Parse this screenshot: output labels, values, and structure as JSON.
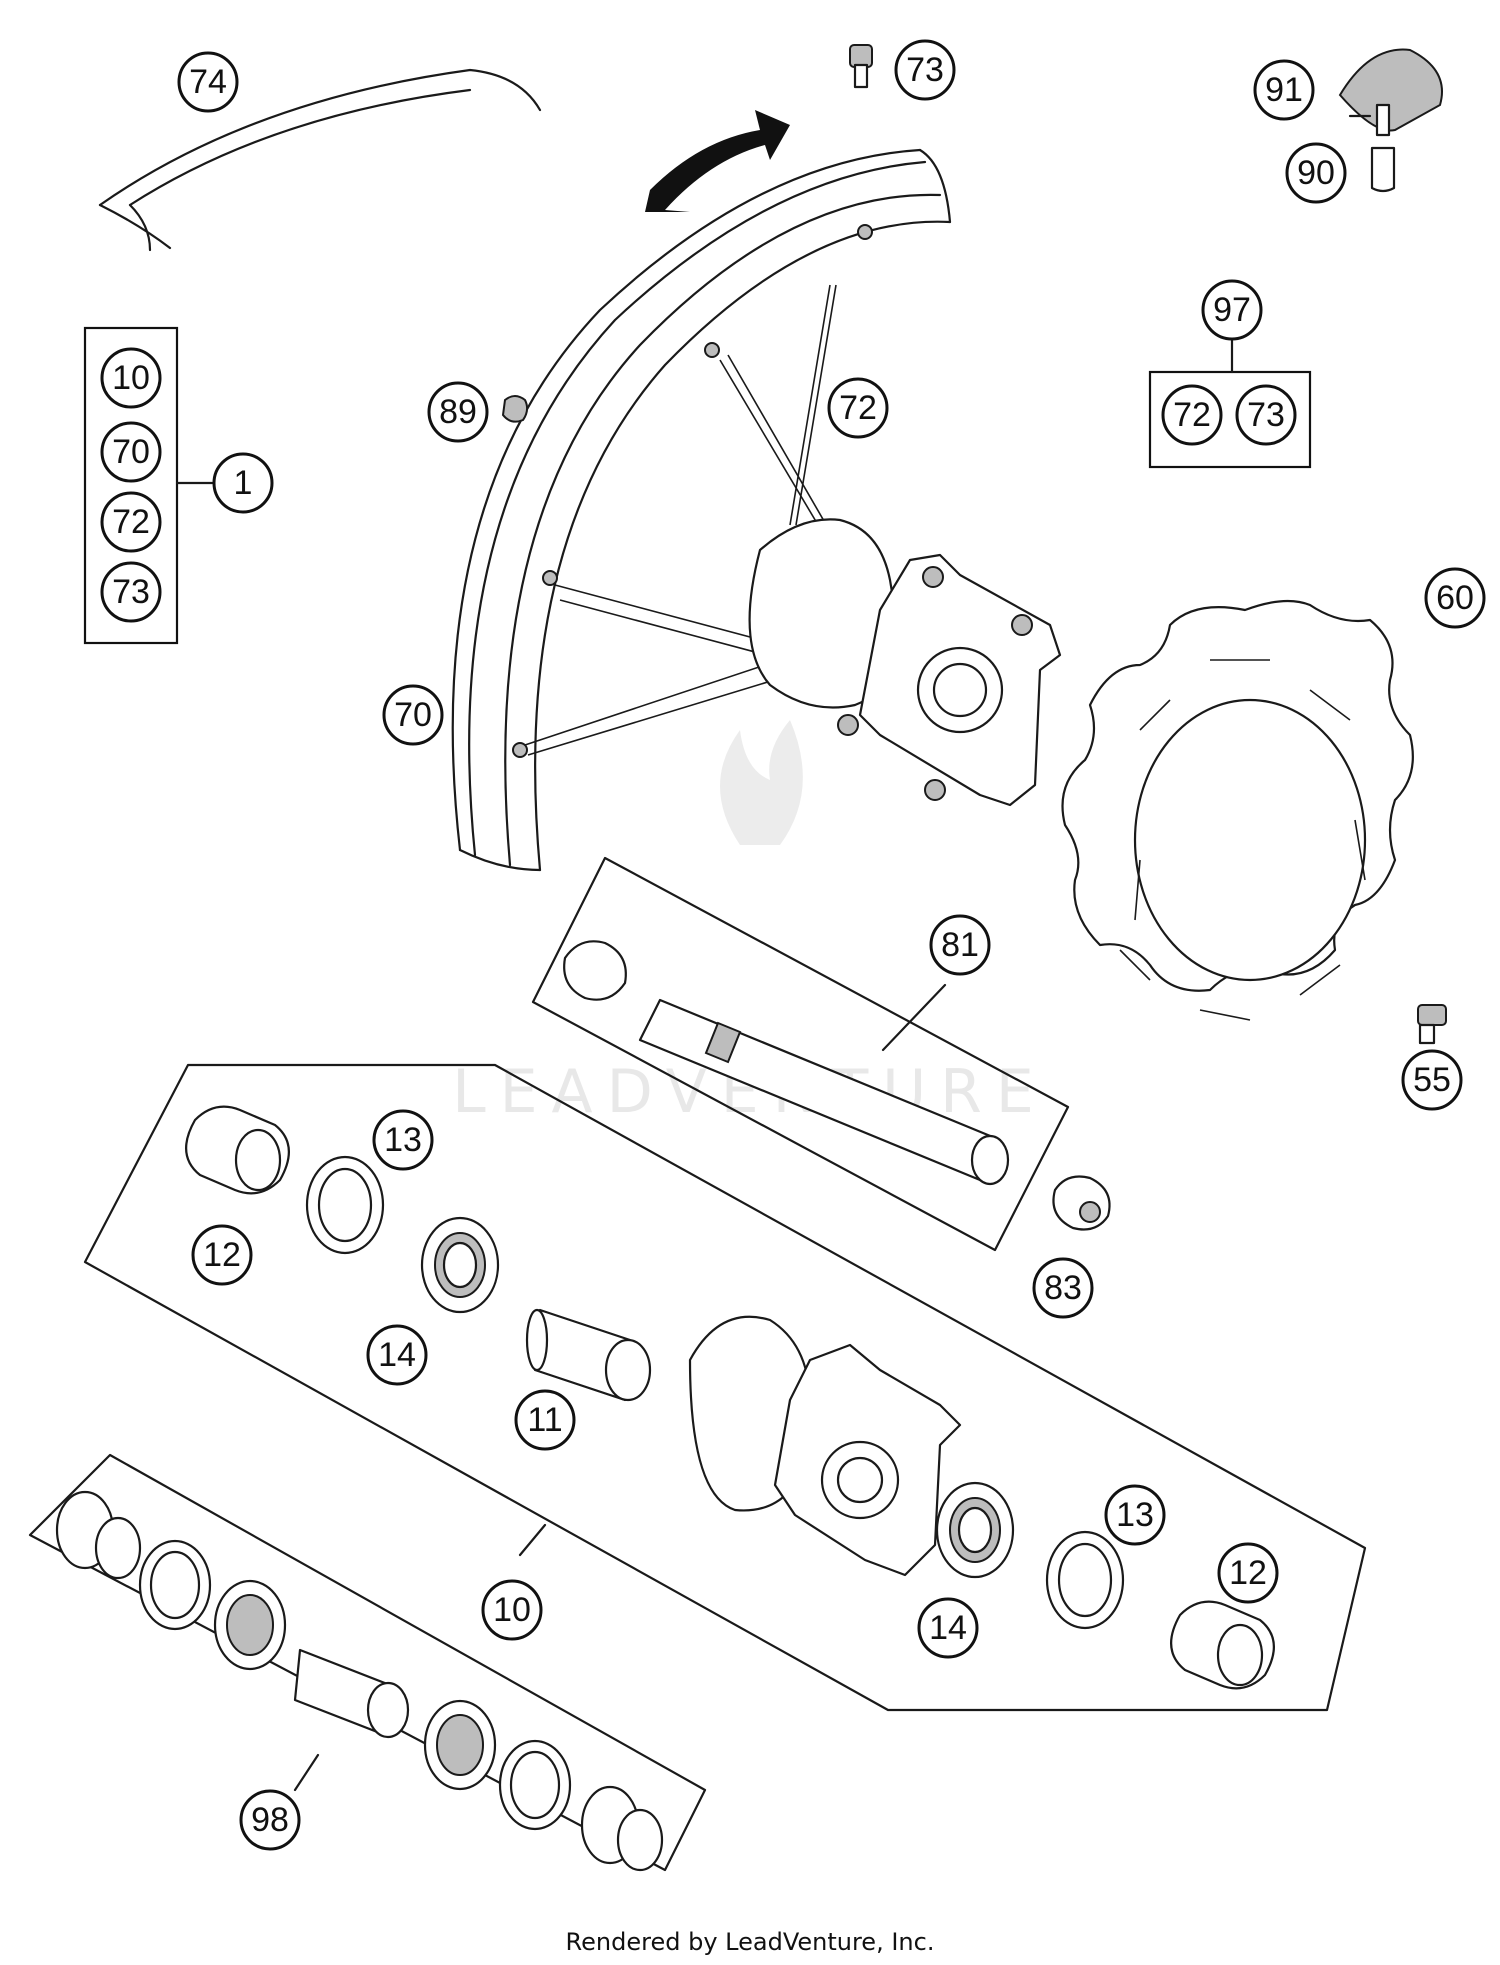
{
  "footer": {
    "credit": "Rendered by LeadVenture, Inc."
  },
  "watermark": {
    "text": "LEADVENTURE",
    "color": "#e6e6e6"
  },
  "callouts": {
    "c74": "74",
    "c73_top": "73",
    "c91": "91",
    "c90": "90",
    "c97": "97",
    "c97_72": "72",
    "c97_73": "73",
    "c1": "1",
    "c1_10": "10",
    "c1_70": "70",
    "c1_72": "72",
    "c1_73": "73",
    "c89": "89",
    "c72": "72",
    "c70": "70",
    "c60": "60",
    "c81": "81",
    "c55": "55",
    "c83": "83",
    "c13_left": "13",
    "c12_left": "12",
    "c14_left": "14",
    "c11": "11",
    "c10": "10",
    "c14_right": "14",
    "c13_right": "13",
    "c12_right": "12",
    "c98": "98"
  }
}
